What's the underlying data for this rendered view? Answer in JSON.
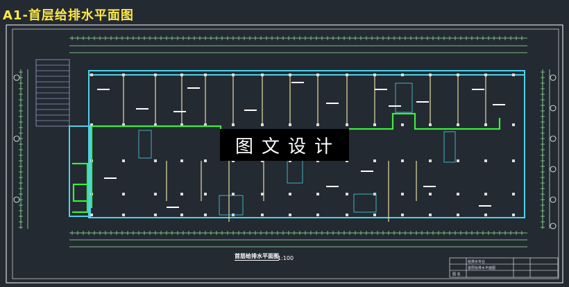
{
  "title": "A1-首层给排水平面图",
  "watermark": "图文设计",
  "plan_caption": "首层给排水平面图",
  "plan_scale": "1:100",
  "title_block": {
    "r1": "给排水专业",
    "r2": "首层给排水平面图",
    "r3": "图 名"
  },
  "colors": {
    "background": "#232a32",
    "frame": "#ffffff",
    "wall": "#4fd2e8",
    "column": "#dddddd",
    "partition": "#e8e0a0",
    "pipe": "#3bef3b",
    "dimension": "#9ff29f",
    "title": "#ffe94a"
  }
}
